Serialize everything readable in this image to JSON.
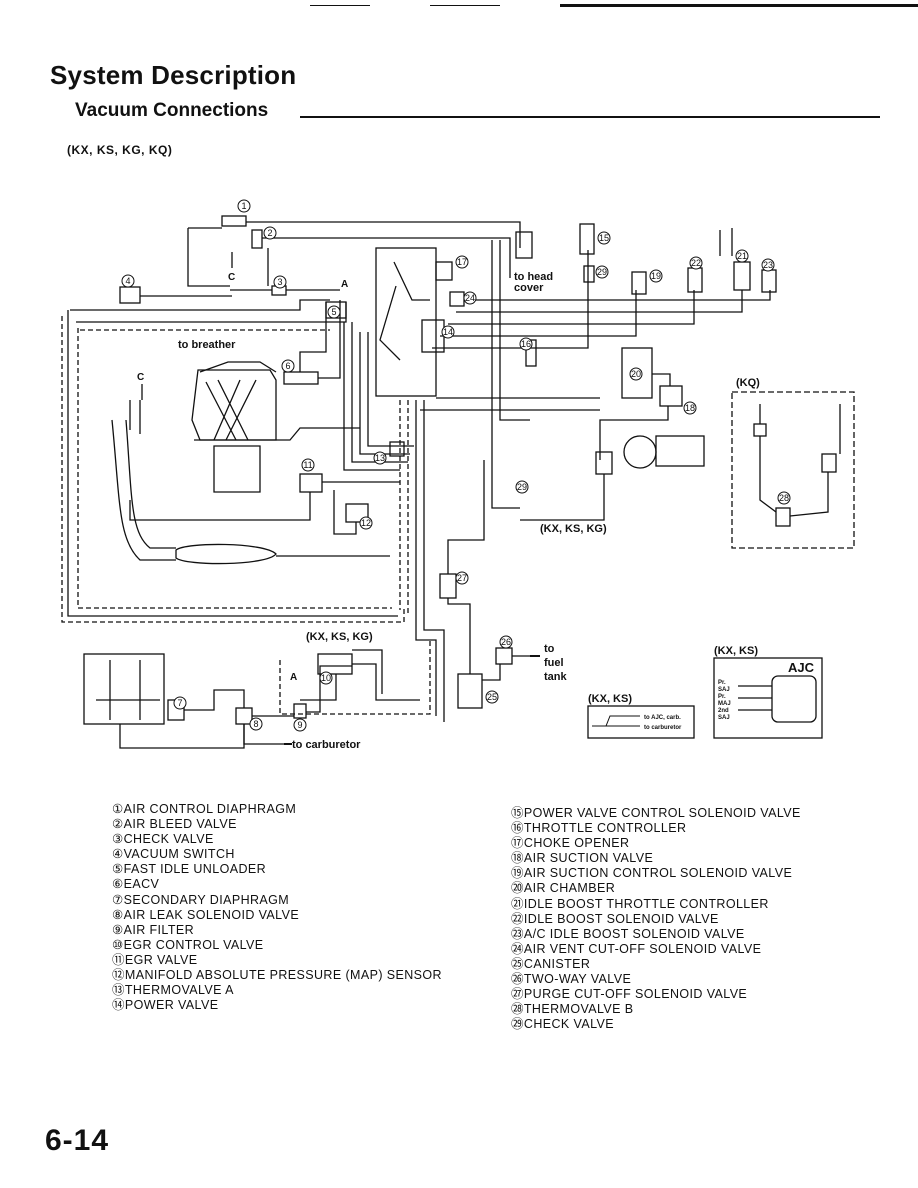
{
  "header": {
    "title": "System Description",
    "subtitle": "Vacuum Connections",
    "models": "(KX, KS, KG, KQ)"
  },
  "diagram": {
    "labels": {
      "to_head_cover_1": "to head",
      "to_head_cover_2": "cover",
      "to_breather": "to breather",
      "kq": "(KQ)",
      "kx_ks_kg_right": "(KX, KS, KG)",
      "kx_ks_kg_bottom": "(KX, KS, KG)",
      "to_fuel_1": "to",
      "to_fuel_2": "fuel",
      "to_fuel_3": "tank",
      "kx_ks_left": "(KX, KS)",
      "kx_ks_right": "(KX, KS)",
      "ajc": "AJC",
      "to_carburetor": "to carburetor",
      "to_ajc_carb": "to AJC, carb.",
      "to_carburetor_small": "to carburetor",
      "port_a1": "A",
      "port_a2": "A",
      "port_c1": "C",
      "port_c2": "C",
      "ajc_pr1": "Pr.",
      "ajc_saj1": "SAJ",
      "ajc_pr2": "Pr.",
      "ajc_maj": "MAJ",
      "ajc_2nd": "2nd",
      "ajc_saj2": "SAJ"
    }
  },
  "legend": {
    "left": [
      "①AIR CONTROL DIAPHRAGM",
      "②AIR BLEED VALVE",
      "③CHECK VALVE",
      "④VACUUM SWITCH",
      "⑤FAST IDLE UNLOADER",
      "⑥EACV",
      "⑦SECONDARY DIAPHRAGM",
      "⑧AIR LEAK SOLENOID VALVE",
      "⑨AIR FILTER",
      "⑩EGR CONTROL VALVE",
      "⑪EGR VALVE",
      "⑫MANIFOLD ABSOLUTE PRESSURE (MAP) SENSOR",
      "⑬THERMOVALVE A",
      "⑭POWER VALVE"
    ],
    "right": [
      "⑮POWER VALVE CONTROL SOLENOID VALVE",
      "⑯THROTTLE CONTROLLER",
      "⑰CHOKE OPENER",
      "⑱AIR SUCTION VALVE",
      "⑲AIR SUCTION CONTROL SOLENOID VALVE",
      "⑳AIR CHAMBER",
      "㉑IDLE BOOST THROTTLE CONTROLLER",
      "㉒IDLE BOOST SOLENOID VALVE",
      "㉓A/C IDLE BOOST SOLENOID VALVE",
      "㉔AIR VENT CUT-OFF SOLENOID VALVE",
      "㉕CANISTER",
      "㉖TWO-WAY VALVE",
      "㉗PURGE CUT-OFF SOLENOID VALVE",
      "㉘THERMOVALVE B",
      "㉙CHECK VALVE"
    ]
  },
  "footer": {
    "page_number": "6-14"
  }
}
